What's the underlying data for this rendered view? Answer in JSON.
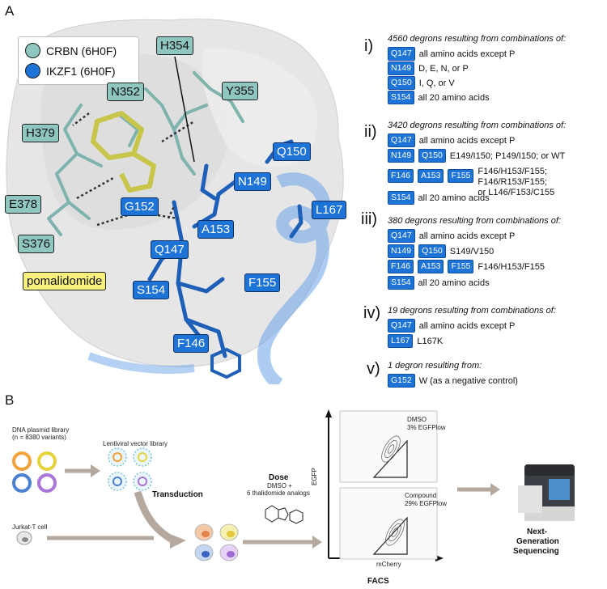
{
  "panel_a": {
    "letter": "A",
    "legend": [
      {
        "label": "CRBN (6H0F)",
        "color": "#8fc6c0"
      },
      {
        "label": "IKZF1 (6H0F)",
        "color": "#1e73d6"
      }
    ],
    "crbn_residues": [
      "H354",
      "N352",
      "Y355",
      "H379",
      "E378",
      "S376"
    ],
    "ikzf1_residues": [
      "Q150",
      "N149",
      "L167",
      "G152",
      "A153",
      "Q147",
      "S154",
      "F155",
      "F146"
    ],
    "ligand_label": "pomalidomide"
  },
  "degron_groups": [
    {
      "numeral": "i)",
      "title": "4560 degrons resulting from combinations of:",
      "rows": [
        {
          "chips": [
            "Q147"
          ],
          "text": "all amino acids except P"
        },
        {
          "chips": [
            "N149"
          ],
          "text": "D, E, N, or P"
        },
        {
          "chips": [
            "Q150"
          ],
          "text": "I, Q, or V"
        },
        {
          "chips": [
            "S154"
          ],
          "text": "all 20 amino acids"
        }
      ]
    },
    {
      "numeral": "ii)",
      "title": "3420 degrons resulting from combinations of:",
      "rows": [
        {
          "chips": [
            "Q147"
          ],
          "text": "all amino acids except P"
        },
        {
          "chips": [
            "N149",
            "Q150"
          ],
          "text": "E149/I150; P149/I150; or WT"
        },
        {
          "chips": [
            "F146",
            "A153",
            "F155"
          ],
          "text": "F146/H153/F155; F146/R153/F155;",
          "text2": "or L146/F153/C155"
        },
        {
          "chips": [
            "S154"
          ],
          "text": "all 20 amino acids"
        }
      ]
    },
    {
      "numeral": "iii)",
      "title": "380 degrons resulting from combinations of:",
      "rows": [
        {
          "chips": [
            "Q147"
          ],
          "text": "all amino acids except P"
        },
        {
          "chips": [
            "N149",
            "Q150"
          ],
          "text": "S149/V150"
        },
        {
          "chips": [
            "F146",
            "A153",
            "F155"
          ],
          "text": "F146/H153/F155"
        },
        {
          "chips": [
            "S154"
          ],
          "text": "all 20 amino acids"
        }
      ]
    },
    {
      "numeral": "iv)",
      "title": "19 degrons resulting from combinations of:",
      "rows": [
        {
          "chips": [
            "Q147"
          ],
          "text": "all amino acids except P"
        },
        {
          "chips": [
            "L167"
          ],
          "text": "L167K"
        }
      ]
    },
    {
      "numeral": "v)",
      "title": "1 degron resulting from:",
      "rows": [
        {
          "chips": [
            "G152"
          ],
          "text": "W (as a negative control)"
        }
      ]
    }
  ],
  "panel_b": {
    "letter": "B",
    "plasmid_label": "DNA plasmid library",
    "plasmid_sub": "(n = 8380 variants)",
    "lenti_label": "Lentiviral vector library",
    "jurkat_label": "Jurkat-T cell",
    "transduction_label": "Transduction",
    "dose_title": "Dose",
    "dose_line1": "DMSO +",
    "dose_line2": "6 thalidomide analogs",
    "facs_label": "FACS",
    "y_axis": "EGFP",
    "x_axis": "mCherry",
    "plot_top": {
      "line1": "DMSO",
      "line2": "3% EGFPlow"
    },
    "plot_bottom": {
      "line1": "Compound",
      "line2": "29% EGFPlow"
    },
    "ngs_line1": "Next-",
    "ngs_line2": "Generation",
    "ngs_line3": "Sequencing"
  }
}
